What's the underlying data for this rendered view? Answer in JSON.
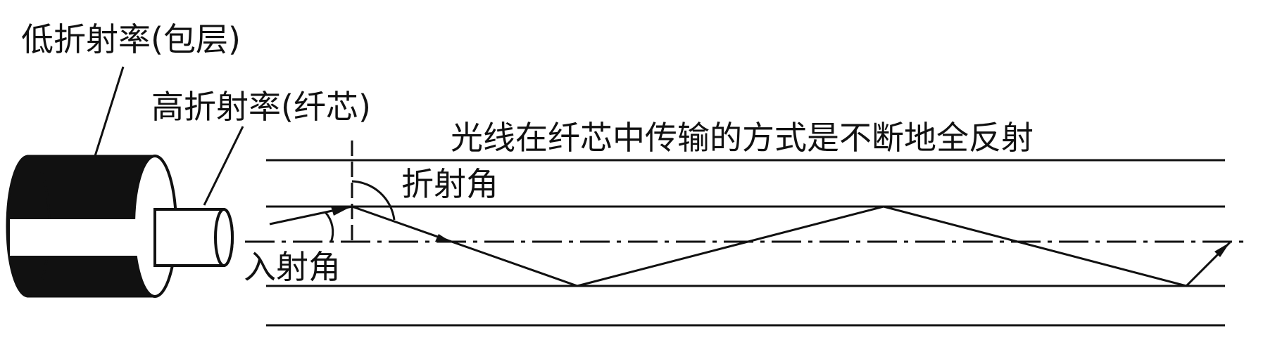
{
  "labels": {
    "cladding": "低折射率(包层)",
    "core": "高折射率(纤芯)",
    "caption": "光线在纤芯中传输的方式是不断地全反射",
    "refraction_angle": "折射角",
    "incidence_angle": "入射角"
  },
  "colors": {
    "ink": "#111111",
    "background": "#ffffff"
  }
}
